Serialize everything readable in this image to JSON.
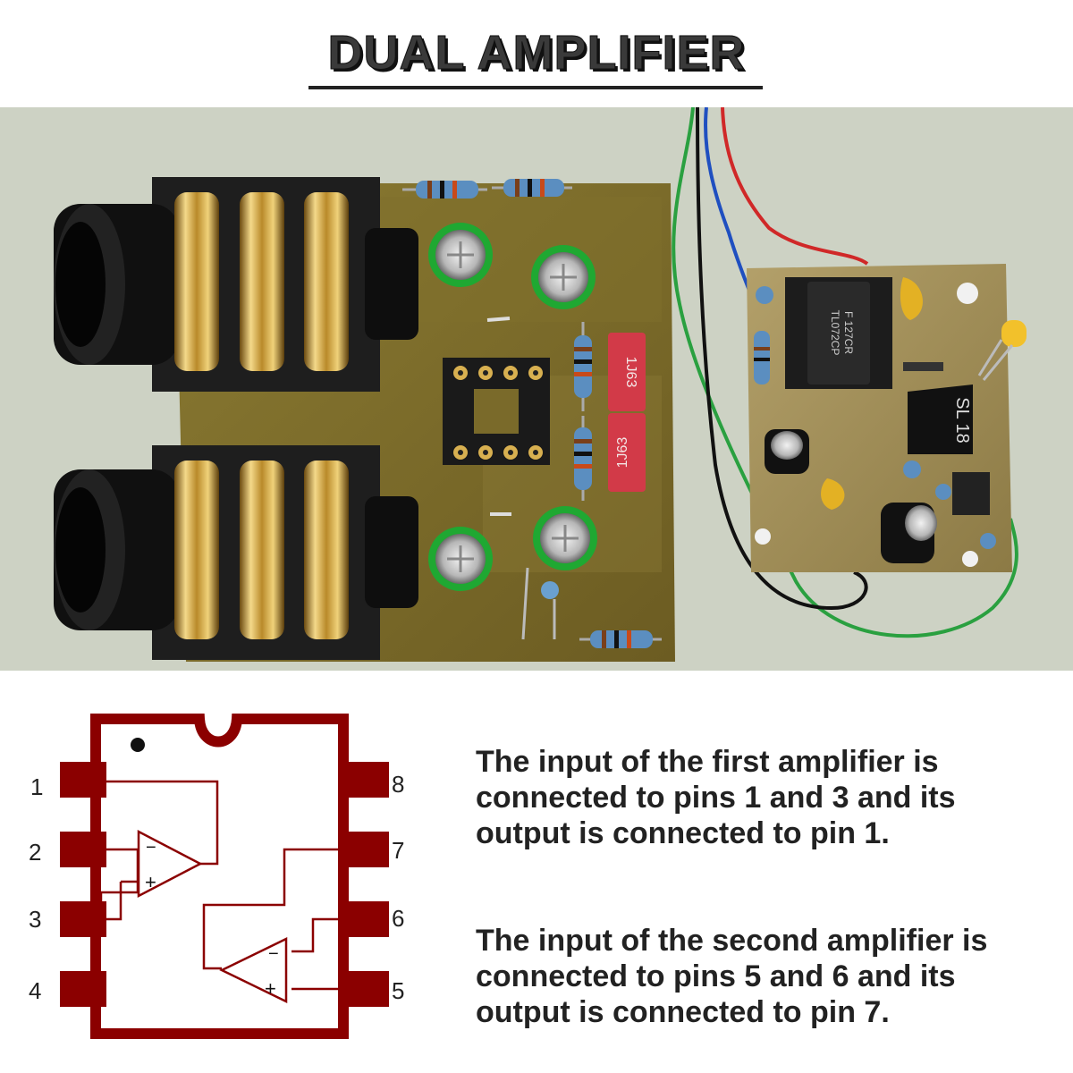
{
  "title": "DUAL AMPLIFIER",
  "photo": {
    "left_board": {
      "ic_socket_pins": 8,
      "capacitor_labels": [
        "1J63",
        "1J63"
      ]
    },
    "right_board": {
      "ic_markings": [
        "F 127CR",
        "TL072CP"
      ],
      "transistor_label": "SL 18"
    }
  },
  "pinout": {
    "pins_left": [
      "1",
      "2",
      "3",
      "4"
    ],
    "pins_right": [
      "8",
      "7",
      "6",
      "5"
    ],
    "opamp_1": {
      "minus": "−",
      "plus": "+"
    },
    "opamp_2": {
      "minus": "−",
      "plus": "+"
    }
  },
  "description": {
    "amp1": "The input of the first amplifier is connected to pins 1 and 3 and its output is connected to pin 1.",
    "amp2": "The input of the second amplifier is connected to pins 5 and 6 and its output is connected to pin 7."
  },
  "colors": {
    "pinout": "#8b0000",
    "board": "#7a6a2a",
    "gold": "#c8a043",
    "text": "#222222"
  }
}
